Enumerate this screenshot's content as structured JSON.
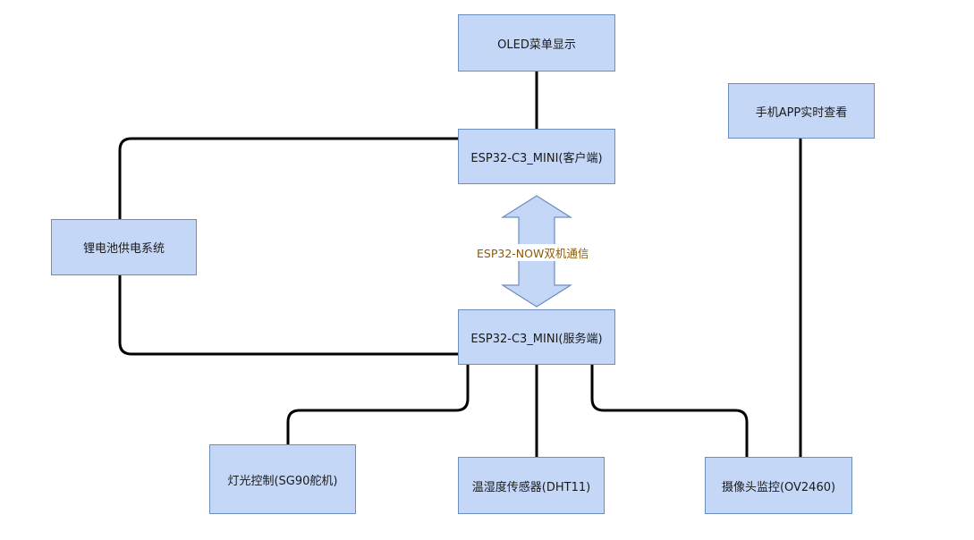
{
  "nodes": {
    "oled": "OLED菜单显示",
    "client": "ESP32-C3_MINI(客户端)",
    "battery": "锂电池供电系统",
    "server": "ESP32-C3_MINI(服务端)",
    "app": "手机APP实时查看",
    "light": "灯光控制(SG90舵机)",
    "sensor": "温湿度传感器(DHT11)",
    "camera": "摄像头监控(OV2460)"
  },
  "link_label": "ESP32-NOW双机通信",
  "colors": {
    "node_fill": "#c5d7f7",
    "node_border": "#6c8ebf",
    "line": "#000000",
    "arrow_fill": "#c5d7f7",
    "arrow_border": "#6c8ebf",
    "label_text": "#8a5a0b"
  }
}
